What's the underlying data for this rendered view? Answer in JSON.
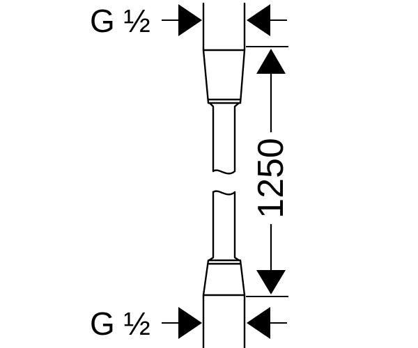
{
  "labels": {
    "thread_top": "G ½",
    "thread_bottom": "G ½",
    "length": "1250"
  },
  "colors": {
    "line": "#000000",
    "background": "#ffffff"
  }
}
